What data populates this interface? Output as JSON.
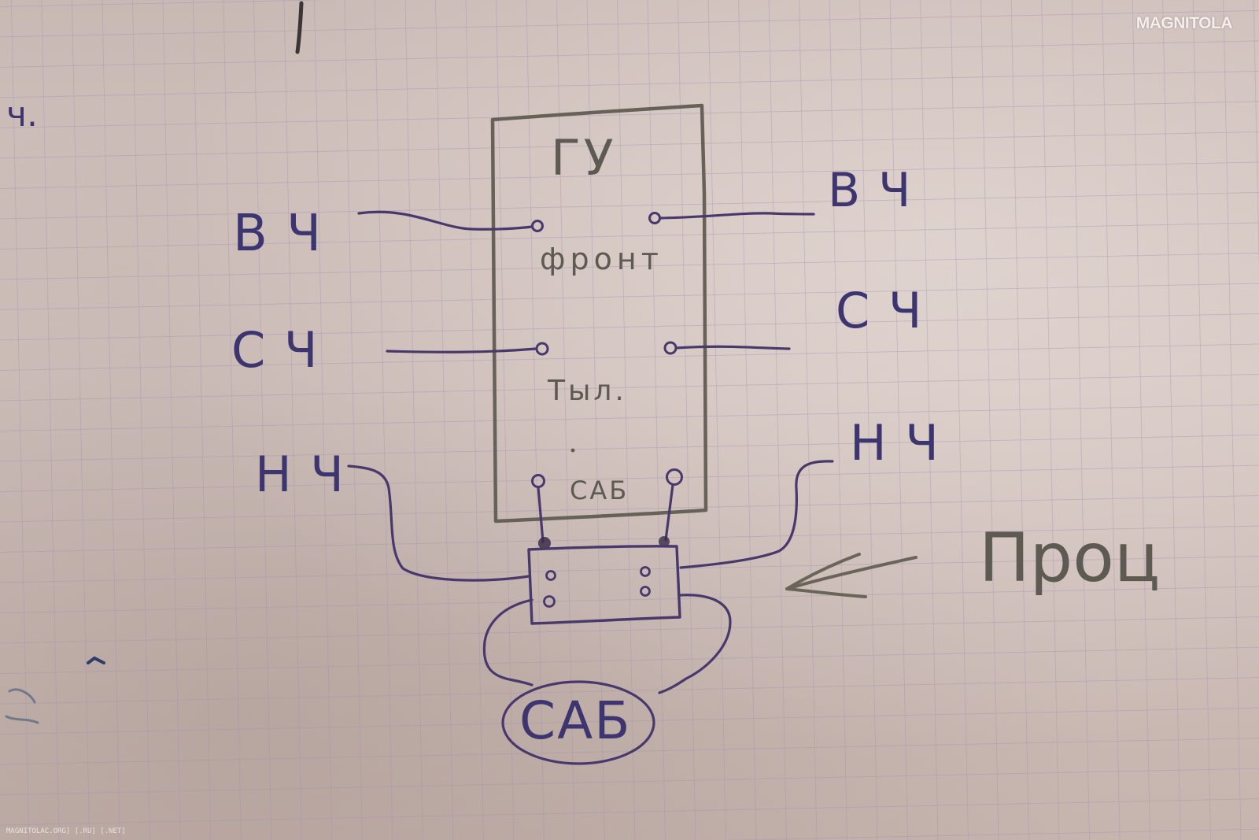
{
  "diagram": {
    "head_unit": {
      "label": "ГУ",
      "front_label": "фронт",
      "rear_label": "Тыл.",
      "sub_label": "САБ"
    },
    "outputs": {
      "front_left": "В Ч",
      "front_right": "В Ч",
      "rear_left": "С Ч",
      "rear_right": "С Ч",
      "low_left": "Н Ч",
      "low_right": "Н Ч"
    },
    "processor_label": "Проц",
    "subwoofer_label": "САБ",
    "margin_note": "ч."
  },
  "watermark": {
    "logo_text": "MAGNITOLA",
    "footer_text": "MAGNITOLAC.ORG] [.RU] [.NET]"
  }
}
